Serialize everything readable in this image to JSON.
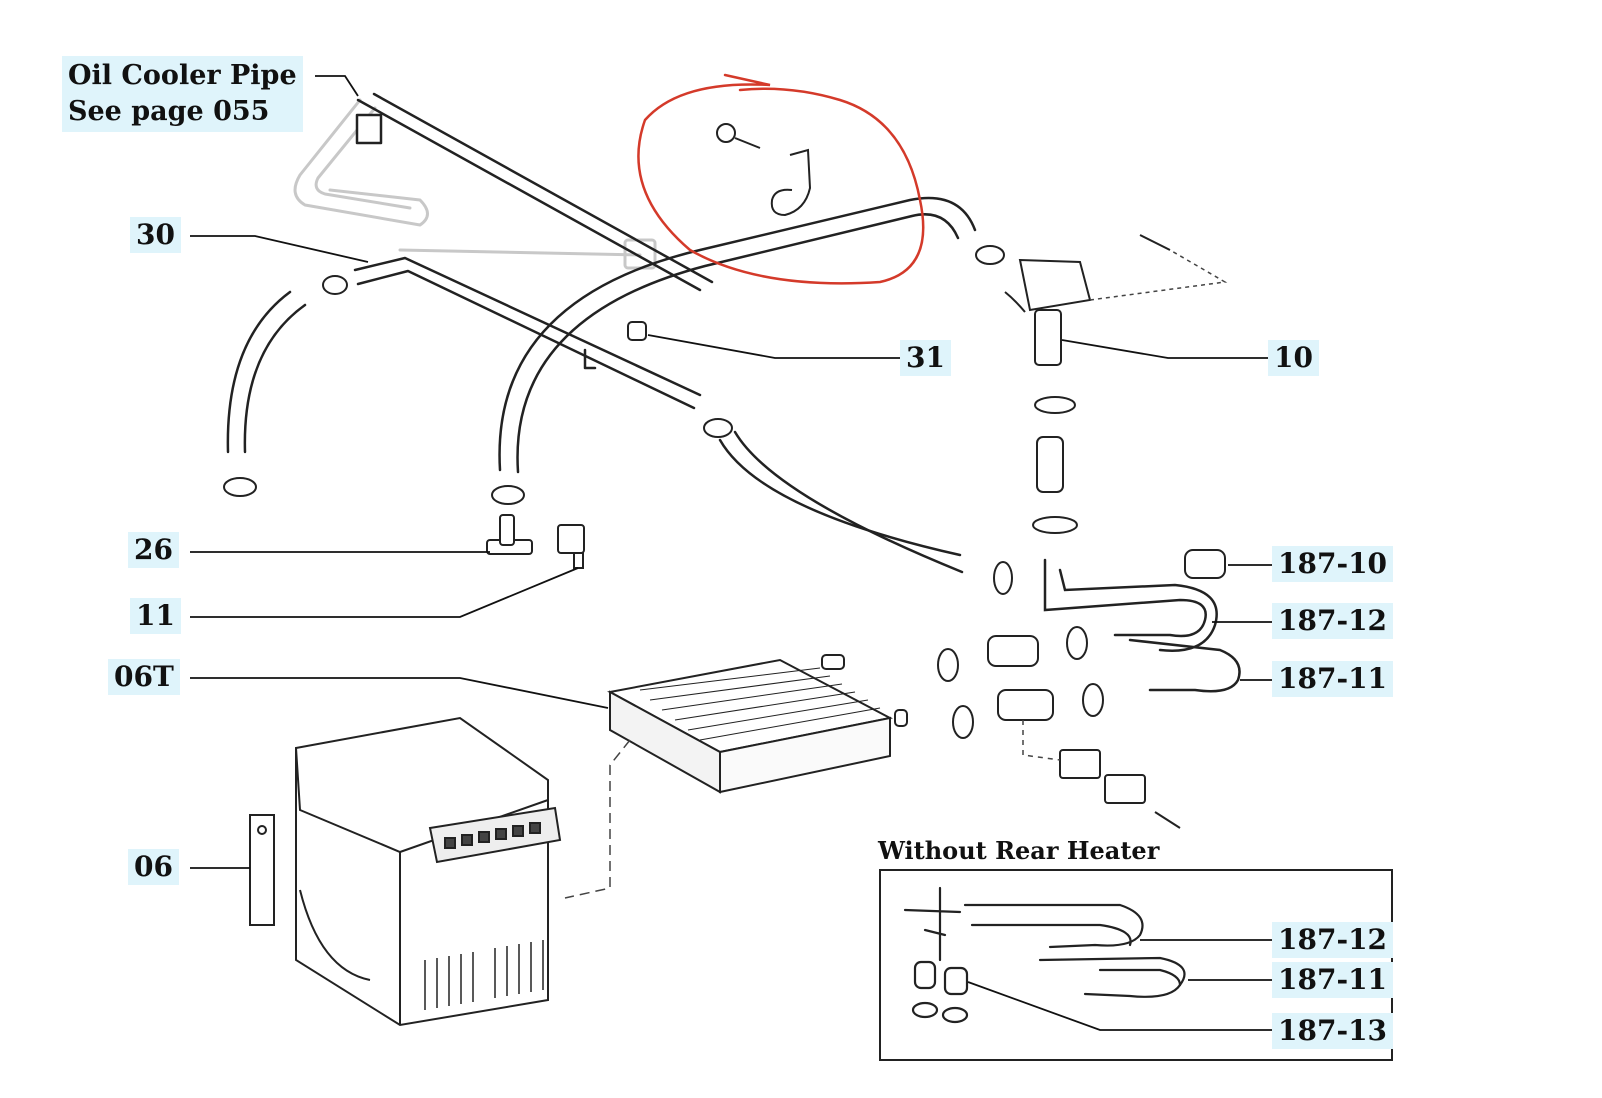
{
  "note": {
    "line1": "Oil Cooler Pipe",
    "line2": "See page 055"
  },
  "inset": {
    "title": "Without Rear Heater"
  },
  "callouts": {
    "c30": "30",
    "c26": "26",
    "c11": "11",
    "c06T": "06T",
    "c06": "06",
    "c31": "31",
    "c10": "10",
    "c187_10": "187-10",
    "c187_12": "187-12",
    "c187_11": "187-11",
    "inset_187_12": "187-12",
    "inset_187_11": "187-11",
    "inset_187_13": "187-13"
  },
  "colors": {
    "label_bg": "#dff4fb",
    "ink": "#111111",
    "ghost": "#c8c8c8",
    "annotation": "#d43a2a"
  }
}
